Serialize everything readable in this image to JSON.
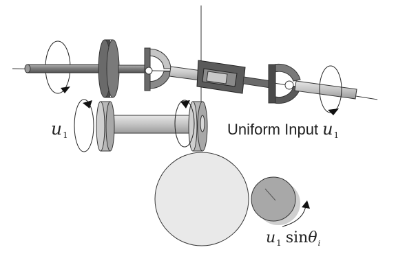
{
  "labels": {
    "u1_left": {
      "symbol": "u",
      "sub": "1"
    },
    "uniform_input": {
      "text": "Uniform Input",
      "symbol": "u",
      "sub": "1"
    },
    "output": {
      "symbol": "u",
      "sub": "1",
      "func": "sin",
      "var": "θ",
      "var_sub": "i"
    }
  },
  "colors": {
    "light_gray": "#c8c8c8",
    "mid_gray": "#8a8a8a",
    "dark_gray": "#5a5a5a",
    "outline": "#333333",
    "gear_large": "#e9e9e9",
    "gear_small": "#a8a8a8",
    "gear_shadow": "#cfcfcf"
  }
}
